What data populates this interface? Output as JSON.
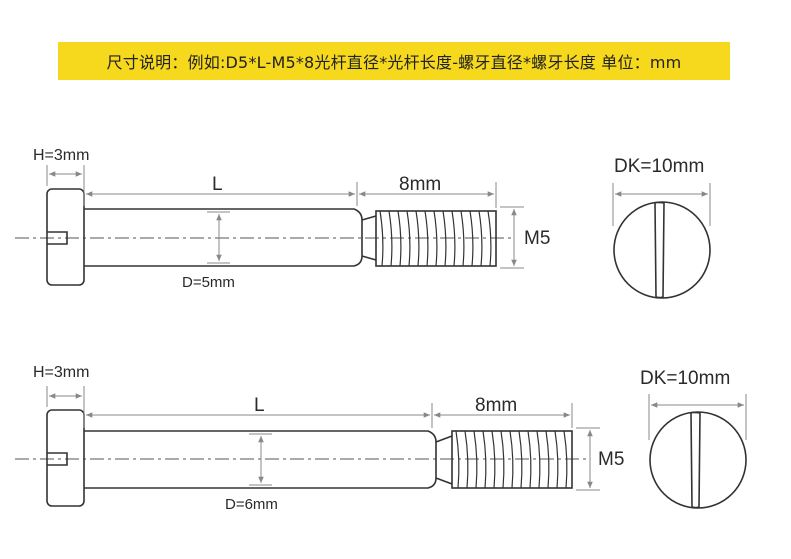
{
  "header": {
    "description": "尺寸说明：例如:D5*L-M5*8光杆直径*光杆长度-螺牙直径*螺牙长度  单位：mm"
  },
  "screws": [
    {
      "head_height_label": "H=3mm",
      "shank_length_label": "L",
      "thread_length_label": "8mm",
      "thread_size_label": "M5",
      "shank_diameter_label": "D=5mm",
      "head_diameter_label": "DK=10mm"
    },
    {
      "head_height_label": "H=3mm",
      "shank_length_label": "L",
      "thread_length_label": "8mm",
      "thread_size_label": "M5",
      "shank_diameter_label": "D=6mm",
      "head_diameter_label": "DK=10mm"
    }
  ],
  "colors": {
    "banner": "#f6d91c",
    "outline": "#333333",
    "dimension": "#888888"
  }
}
